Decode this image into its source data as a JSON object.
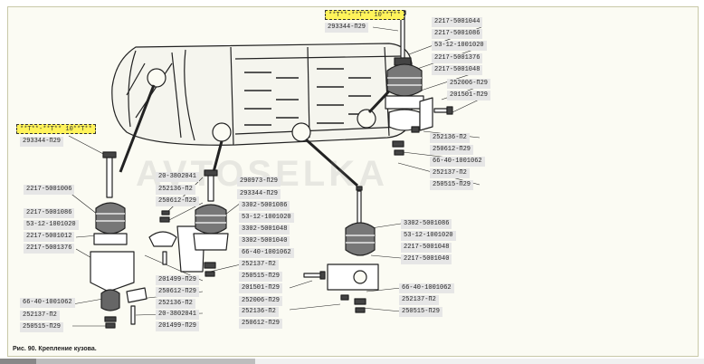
{
  "watermark": "AVTOSELKA",
  "caption": "Рис. 90. Крепление кузова.",
  "labels": [
    {
      "id": "l01",
      "text": "**Т**-**Т** 10**Т**",
      "hl": true
    },
    {
      "id": "l02",
      "text": "293344-П29"
    },
    {
      "id": "l03",
      "text": "2217-5001044"
    },
    {
      "id": "l04",
      "text": "2217-5001086"
    },
    {
      "id": "l05",
      "text": "53-12-1001020"
    },
    {
      "id": "l06",
      "text": "2217-5001376"
    },
    {
      "id": "l07",
      "text": "2217-5001048"
    },
    {
      "id": "l08",
      "text": "252006-П29"
    },
    {
      "id": "l09",
      "text": "201501-П29"
    },
    {
      "id": "l10",
      "text": "252136-П2"
    },
    {
      "id": "l11",
      "text": "250612-П29"
    },
    {
      "id": "l12",
      "text": "66-40-1001062"
    },
    {
      "id": "l13",
      "text": "252137-П2"
    },
    {
      "id": "l14",
      "text": "250515-П29"
    },
    {
      "id": "l15",
      "text": "**Т**-**Т** 10**Т**",
      "hl": true
    },
    {
      "id": "l16",
      "text": "293344-П29"
    },
    {
      "id": "l17",
      "text": "2217-5001006"
    },
    {
      "id": "l18",
      "text": "2217-5001086"
    },
    {
      "id": "l19",
      "text": "53-12-1001020"
    },
    {
      "id": "l20",
      "text": "2217-5001012"
    },
    {
      "id": "l21",
      "text": "2217-5001376"
    },
    {
      "id": "l22",
      "text": "66-40-1001062"
    },
    {
      "id": "l23",
      "text": "252137-П2"
    },
    {
      "id": "l24",
      "text": "250515-П29"
    },
    {
      "id": "l25",
      "text": "20-3802041"
    },
    {
      "id": "l26",
      "text": "252136-П2"
    },
    {
      "id": "l27",
      "text": "250612-П29"
    },
    {
      "id": "l28",
      "text": "290973-П29"
    },
    {
      "id": "l29",
      "text": "293344-П29"
    },
    {
      "id": "l30",
      "text": "3302-5001086"
    },
    {
      "id": "l31",
      "text": "53-12-1001020"
    },
    {
      "id": "l32",
      "text": "3302-5001048"
    },
    {
      "id": "l33",
      "text": "3302-5001040"
    },
    {
      "id": "l34",
      "text": "66-40-1001062"
    },
    {
      "id": "l35",
      "text": "252137-П2"
    },
    {
      "id": "l36",
      "text": "250515-П29"
    },
    {
      "id": "l37",
      "text": "201499-П29"
    },
    {
      "id": "l38",
      "text": "250612-П29"
    },
    {
      "id": "l39",
      "text": "252136-П2"
    },
    {
      "id": "l40",
      "text": "20-3802041"
    },
    {
      "id": "l41",
      "text": "201499-П29"
    },
    {
      "id": "l42",
      "text": "201501-П29"
    },
    {
      "id": "l43",
      "text": "252006-П29"
    },
    {
      "id": "l44",
      "text": "252136-П2"
    },
    {
      "id": "l45",
      "text": "250612-П29"
    },
    {
      "id": "l46",
      "text": "3302-5001086"
    },
    {
      "id": "l47",
      "text": "53-12-1001020"
    },
    {
      "id": "l48",
      "text": "2217-5001048"
    },
    {
      "id": "l49",
      "text": "2217-5001040"
    },
    {
      "id": "l50",
      "text": "66-40-1001062"
    },
    {
      "id": "l51",
      "text": "252137-П2"
    },
    {
      "id": "l52",
      "text": "250515-П29"
    }
  ]
}
